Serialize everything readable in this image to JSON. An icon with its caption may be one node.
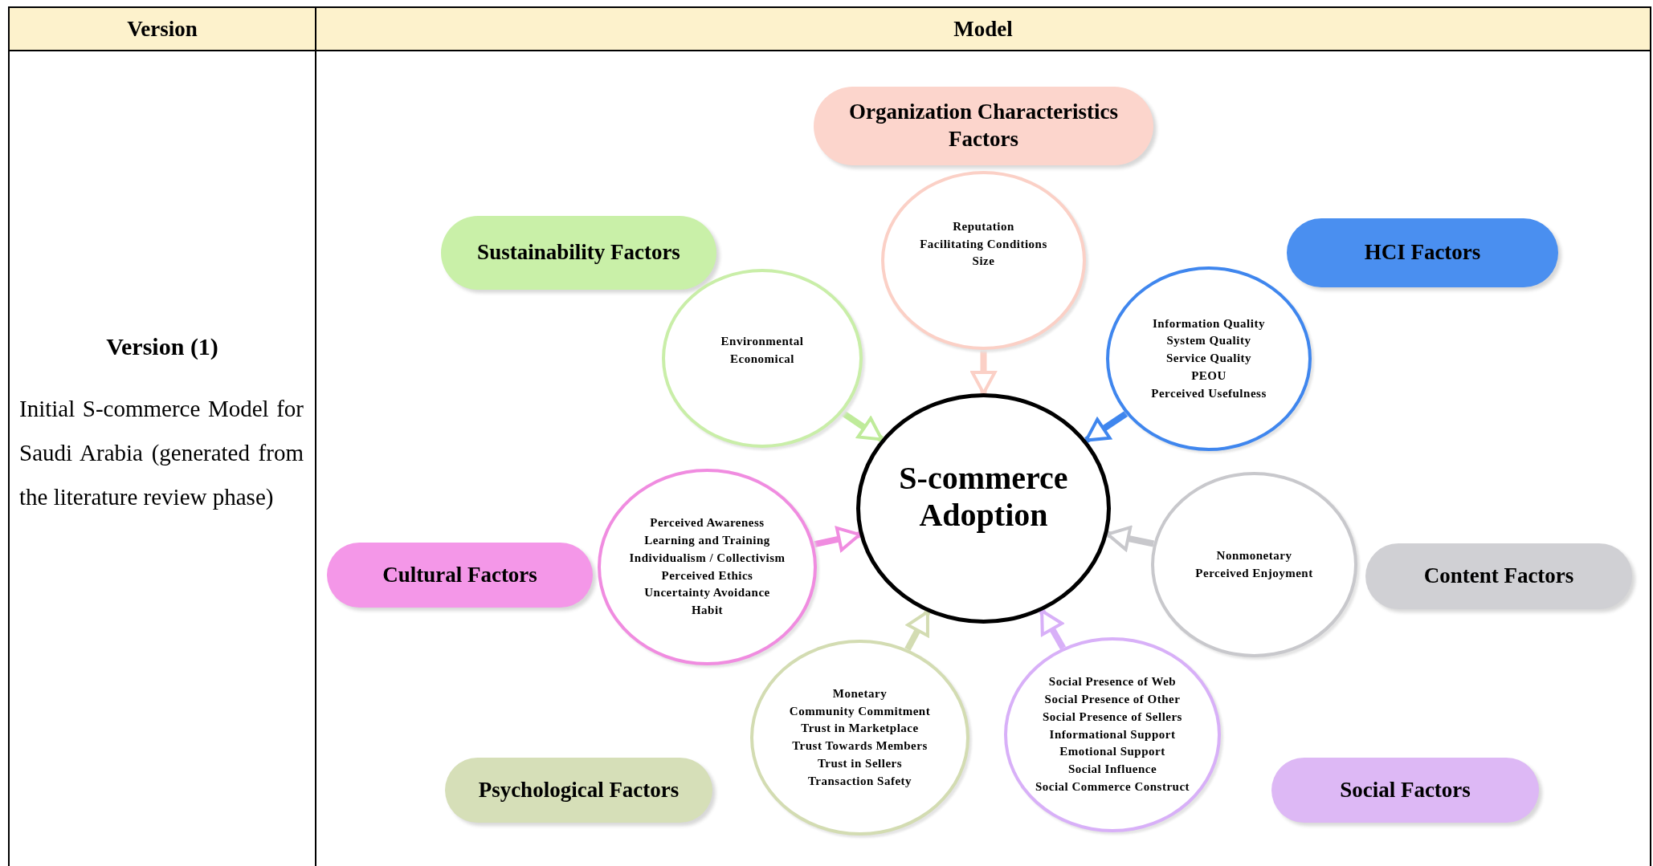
{
  "diagram": {
    "nodes": [
      {
        "text": [
          "Organization Characteristics Factors"
        ]
      },
      {
        "text": [
          "Sustainability Factors"
        ]
      },
      {
        "text": [
          "Reputation",
          "Facilitating Conditions",
          "Size"
        ]
      },
      {
        "text": [
          "HCI Factors"
        ]
      },
      {
        "text": [
          "Environmental",
          "Economical"
        ]
      },
      {
        "text": [
          "Information Quality",
          "System Quality",
          "Service Quality",
          "PEOU",
          "Perceived Usefulness"
        ]
      },
      {
        "text": [
          "S-commerce Adoption"
        ]
      },
      {
        "text": [
          "Perceived Awareness",
          "Learning and Training",
          "Individualism / Collectivism",
          "Perceived Ethics",
          "Uncertainty Avoidance",
          "Habit"
        ]
      },
      {
        "text": [
          "Cultural Factors"
        ]
      },
      {
        "text": [
          "Nonmonetary",
          "Perceived Enjoyment"
        ]
      },
      {
        "text": [
          "Content Factors"
        ]
      },
      {
        "text": [
          "Monetary",
          "Community Commitment",
          "Trust in Marketplace",
          "Trust Towards Members",
          "Trust in Sellers",
          "Transaction Safety"
        ]
      },
      {
        "text": [
          "Social Presence of Web",
          "Social Presence of Other",
          "Social Presence of Sellers",
          "Informational Support",
          "Emotional Support",
          "Social Influence",
          "Social Commerce Construct"
        ]
      },
      {
        "text": [
          "Psychological Factors"
        ]
      },
      {
        "text": [
          "Social Factors"
        ]
      }
    ],
    "edges": [
      {
        "from": 2,
        "to": 6,
        "arrow": "to",
        "color": "#fbd0c6"
      },
      {
        "from": 4,
        "to": 6,
        "arrow": "to",
        "color": "#bfeb9a"
      },
      {
        "from": 5,
        "to": 6,
        "arrow": "to",
        "color": "#3f86ee"
      },
      {
        "from": 7,
        "to": 6,
        "arrow": "to",
        "color": "#f08ce0"
      },
      {
        "from": 9,
        "to": 6,
        "arrow": "to",
        "color": "#c8c8cc"
      },
      {
        "from": 11,
        "to": 6,
        "arrow": "to",
        "color": "#d3dcb2"
      },
      {
        "from": 12,
        "to": 6,
        "arrow": "to",
        "color": "#d8b0f8"
      }
    ],
    "labels": [
      "Version",
      "Model",
      "Version (1)",
      "Initial S-commerce Model for Saudi Arabia (generated from the literature review phase)"
    ]
  }
}
